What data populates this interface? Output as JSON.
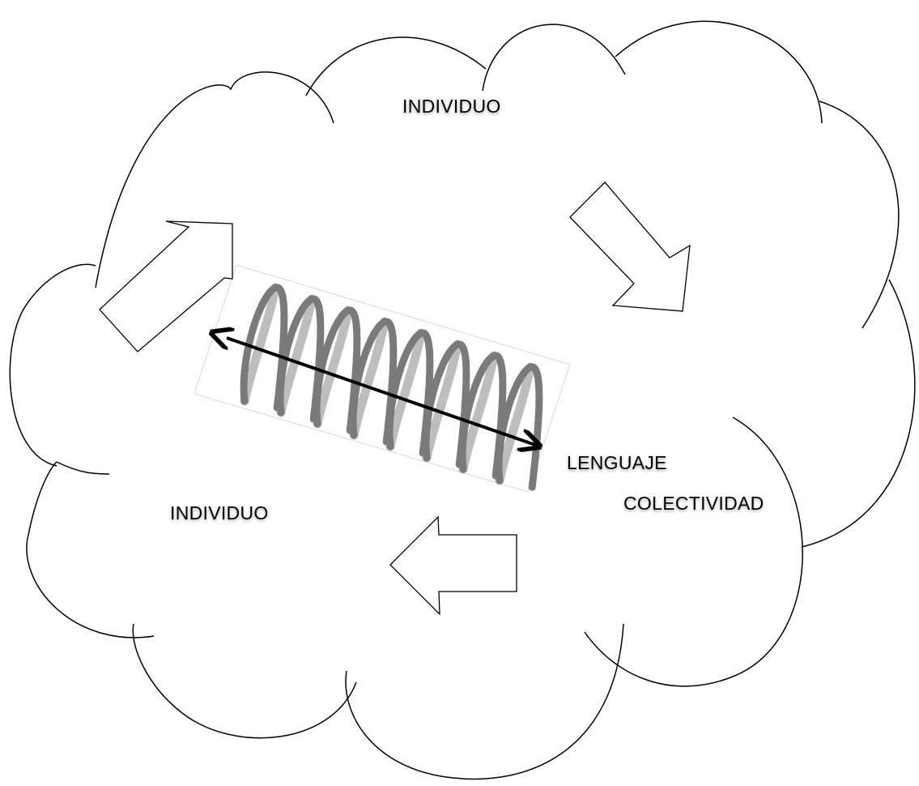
{
  "diagram": {
    "labels": {
      "individuo_top": "INDIVIDUO",
      "individuo_left": "INDIVIDUO",
      "lenguaje": "LENGUAJE",
      "colectividad": "COLECTIVIDAD"
    },
    "elements": {
      "cloud_shape": "cloud-outline",
      "flow_arrows": [
        "arrow-up-right",
        "arrow-down-right",
        "arrow-left"
      ],
      "spring": "spring-coil",
      "double_arrow": "double-headed-arrow"
    },
    "colors": {
      "outline": "#000000",
      "spring_dark": "#7a7a7a",
      "spring_light": "#bdbdbd",
      "background": "#ffffff"
    }
  }
}
